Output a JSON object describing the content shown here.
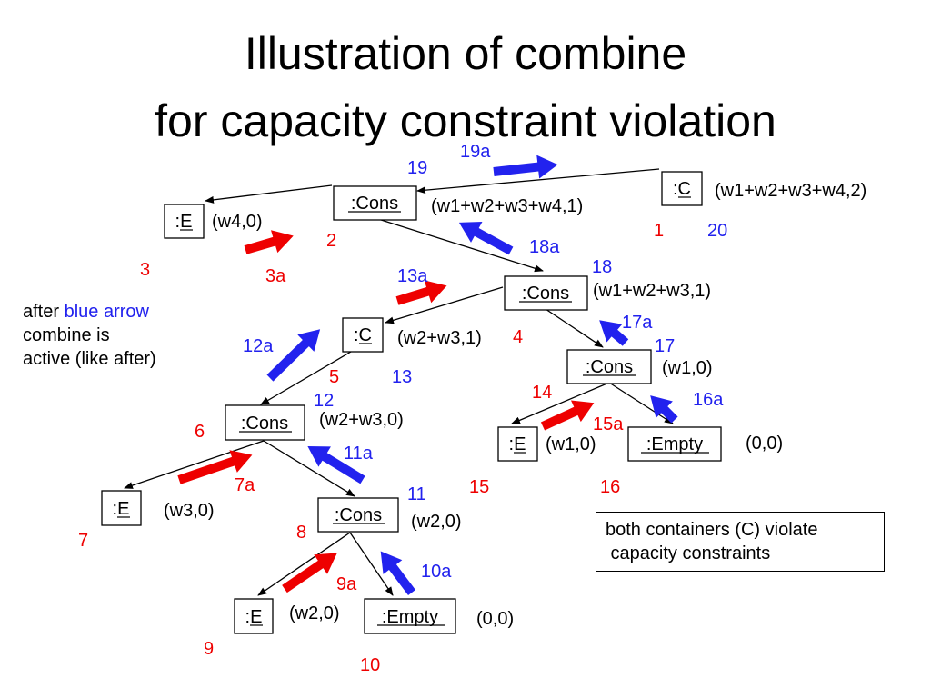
{
  "title": {
    "line1": "Illustration of combine",
    "line2": "for capacity constraint violation"
  },
  "nodes": {
    "c_top": ":C",
    "cons_top": ":Cons",
    "e_w4": ":E",
    "cons_mid": ":Cons",
    "c_mid": ":C",
    "cons_right": ":Cons",
    "cons_left": ":Cons",
    "e_w1": ":E",
    "empty_right": ":Empty",
    "e_w3": ":E",
    "cons_low": ":Cons",
    "e_w2": ":E",
    "empty_low": ":Empty"
  },
  "values": {
    "c_top": "(w1+w2+w3+w4,2)",
    "cons_top": "(w1+w2+w3+w4,1)",
    "e_w4": "(w4,0)",
    "cons_mid": "(w1+w2+w3,1)",
    "c_mid": "(w2+w3,1)",
    "cons_right": "(w1,0)",
    "cons_left": "(w2+w3,0)",
    "e_w1": "(w1,0)",
    "empty_right": "(0,0)",
    "e_w3": "(w3,0)",
    "cons_low": "(w2,0)",
    "e_w2": "(w2,0)",
    "empty_low": "(0,0)"
  },
  "labels": {
    "n1": "1",
    "n2": "2",
    "n3": "3",
    "n4": "4",
    "n5": "5",
    "n6": "6",
    "n7": "7",
    "n8": "8",
    "n9": "9",
    "n10": "10",
    "n11": "11",
    "n12": "12",
    "n13": "13",
    "n14": "14",
    "n15": "15",
    "n16": "16",
    "n17": "17",
    "n18": "18",
    "n19": "19",
    "n20": "20",
    "a3": "3a",
    "a7": "7a",
    "a9": "9a",
    "a10": "10a",
    "a11": "11a",
    "a12": "12a",
    "a13": "13a",
    "a15": "15a",
    "a16": "16a",
    "a17": "17a",
    "a18": "18a",
    "a19": "19a"
  },
  "side_note": {
    "prefix": "after",
    "highlight": "blue arrow",
    "line2": "combine is",
    "line3": "active (like after)"
  },
  "box_note": {
    "line1": "both containers (C) violate",
    "line2": " capacity constraints"
  },
  "colors": {
    "red": "#ee0000",
    "blue": "#2222ee",
    "black": "#000000"
  }
}
